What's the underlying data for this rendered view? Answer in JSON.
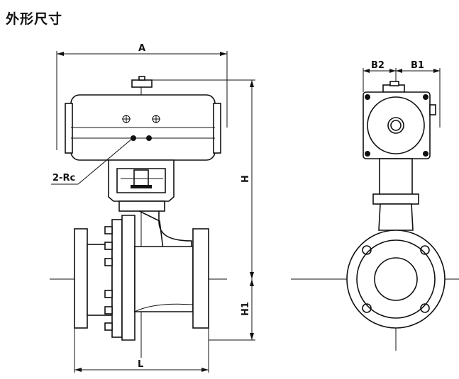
{
  "title": "外形尺寸",
  "dimensions": {
    "a": "A",
    "l": "L",
    "h": "H",
    "h1": "H1",
    "b1": "B1",
    "b2": "B2",
    "port": "2-Rc"
  },
  "colors": {
    "line": "#111111",
    "background": "#ffffff"
  }
}
